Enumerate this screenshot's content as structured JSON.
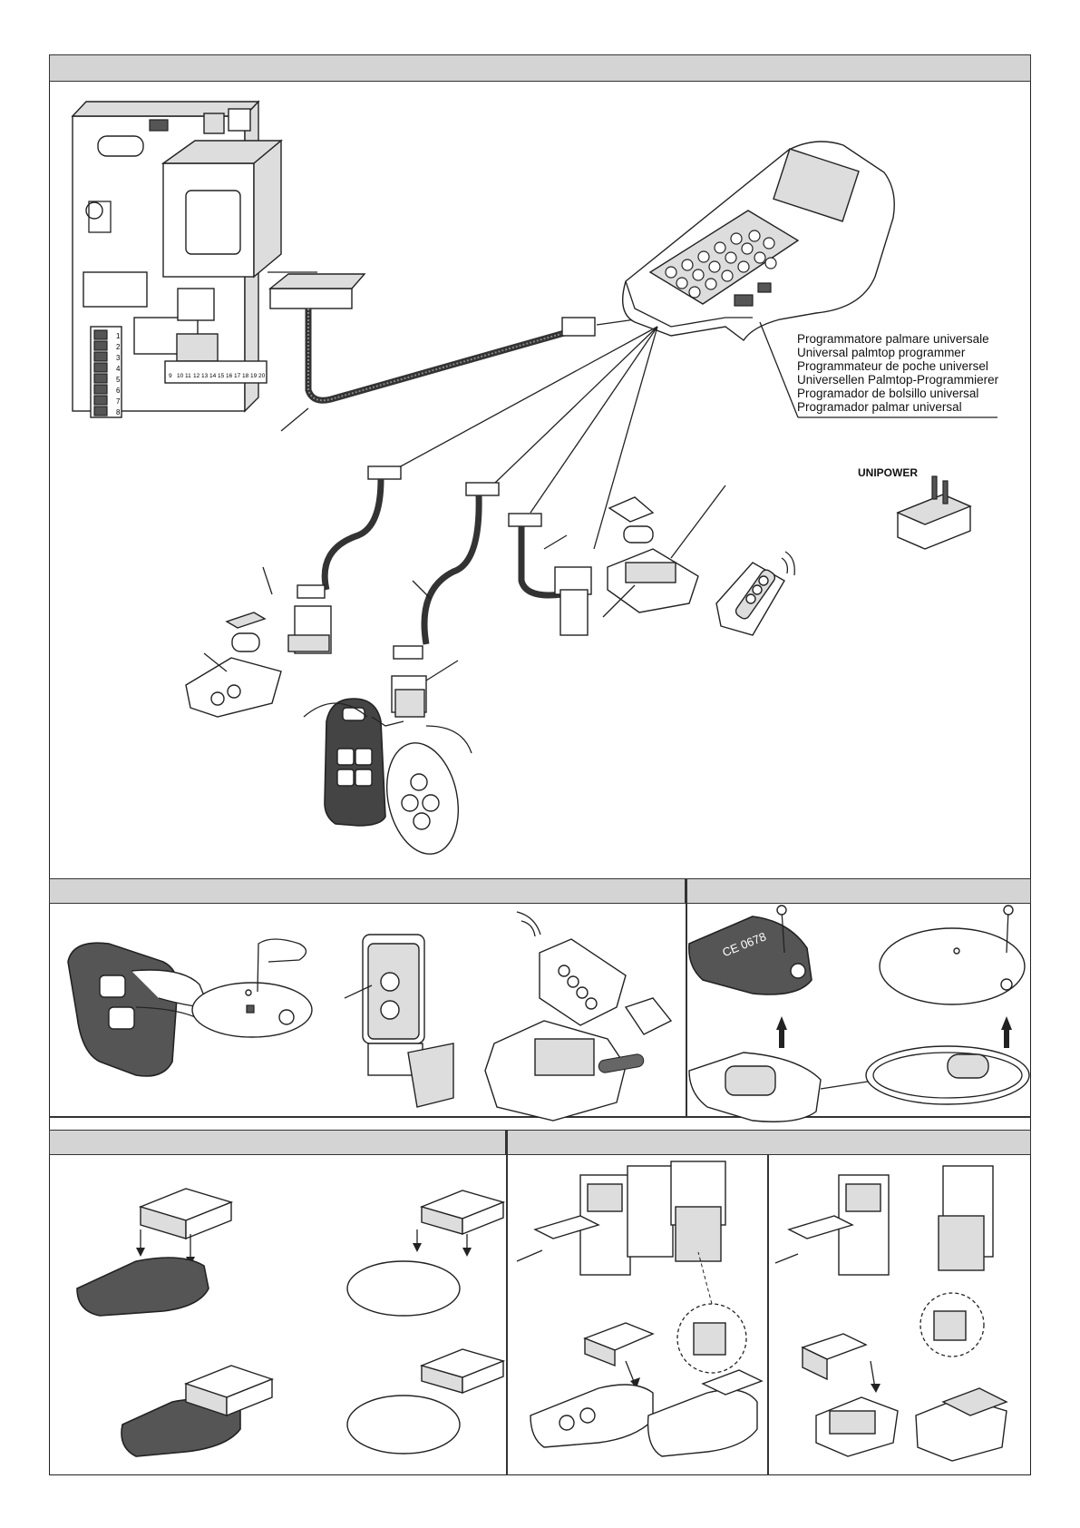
{
  "programmer": {
    "names": [
      "Programmatore palmare universale",
      "Universal palmtop programmer",
      "Programmateur de poche universel",
      "Universellen Palmtop-Programmierer",
      "Programador de bolsillo universal",
      "Programador palmar universal"
    ]
  },
  "power_supply": {
    "label": "UNIPOWER"
  },
  "terminal_numbers_left": [
    "1",
    "2",
    "3",
    "4",
    "5",
    "6",
    "7",
    "8"
  ],
  "terminal_numbers_bottom": [
    "9",
    "10",
    "11",
    "12",
    "13",
    "14",
    "15",
    "16",
    "17",
    "18",
    "19",
    "20"
  ],
  "remote_labels": {
    "ce_mark": "CE 0678"
  },
  "colors": {
    "header_bar": "#d4d4d4",
    "line": "#222222"
  }
}
